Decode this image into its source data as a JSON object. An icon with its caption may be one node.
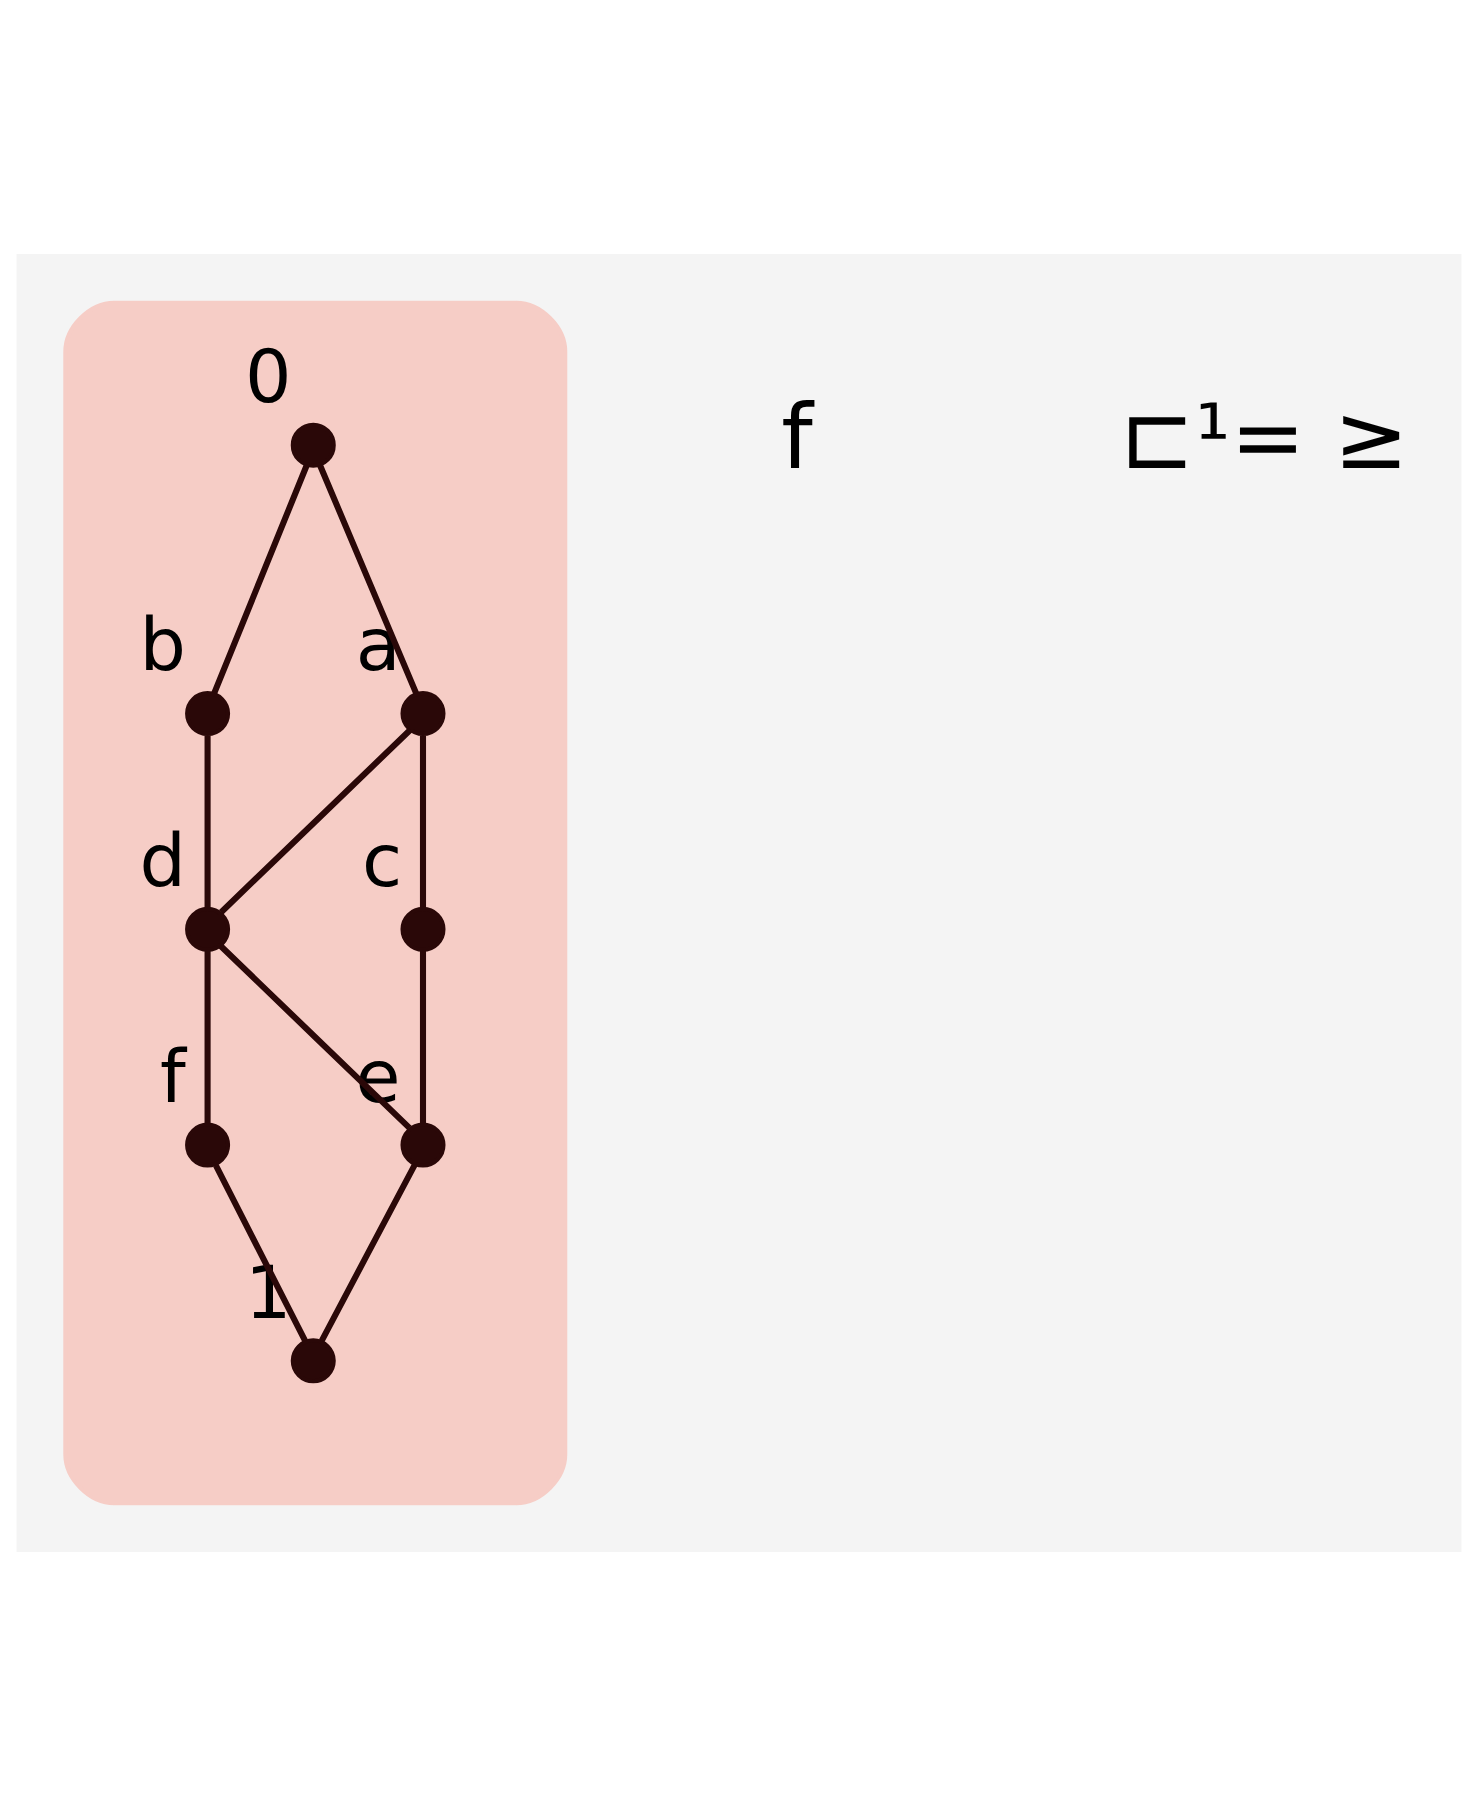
{
  "diagram": {
    "nodes": [
      {
        "text": [],
        "shape": "cloud"
      },
      {
        "text": [],
        "shape": "circle",
        "beside": [
          "0"
        ],
        "in": 0
      },
      {
        "text": [],
        "shape": "circle",
        "beside": [
          "b"
        ],
        "in": 0
      },
      {
        "text": [],
        "shape": "circle",
        "beside": [
          "a"
        ],
        "in": 0
      },
      {
        "text": [],
        "shape": "circle",
        "beside": [
          "d"
        ],
        "in": 0
      },
      {
        "text": [],
        "shape": "circle",
        "beside": [
          "c"
        ],
        "in": 0
      },
      {
        "text": [],
        "shape": "circle",
        "beside": [
          "f"
        ],
        "in": 0
      },
      {
        "text": [],
        "shape": "circle",
        "beside": [
          "e"
        ],
        "in": 0
      },
      {
        "text": [],
        "shape": "circle",
        "beside": [
          "1"
        ],
        "in": 0
      }
    ],
    "edges": [
      {
        "from": 1,
        "to": 2,
        "arrow": "none"
      },
      {
        "from": 1,
        "to": 3,
        "arrow": "none"
      },
      {
        "from": 2,
        "to": 4,
        "arrow": "none"
      },
      {
        "from": 3,
        "to": 4,
        "arrow": "none"
      },
      {
        "from": 3,
        "to": 5,
        "arrow": "none"
      },
      {
        "from": 4,
        "to": 6,
        "arrow": "none"
      },
      {
        "from": 4,
        "to": 7,
        "arrow": "none"
      },
      {
        "from": 5,
        "to": 7,
        "arrow": "none"
      },
      {
        "from": 6,
        "to": 8,
        "arrow": "none"
      },
      {
        "from": 7,
        "to": 8,
        "arrow": "none"
      }
    ],
    "labels": [
      "f",
      "⊏¹= ≥"
    ]
  }
}
